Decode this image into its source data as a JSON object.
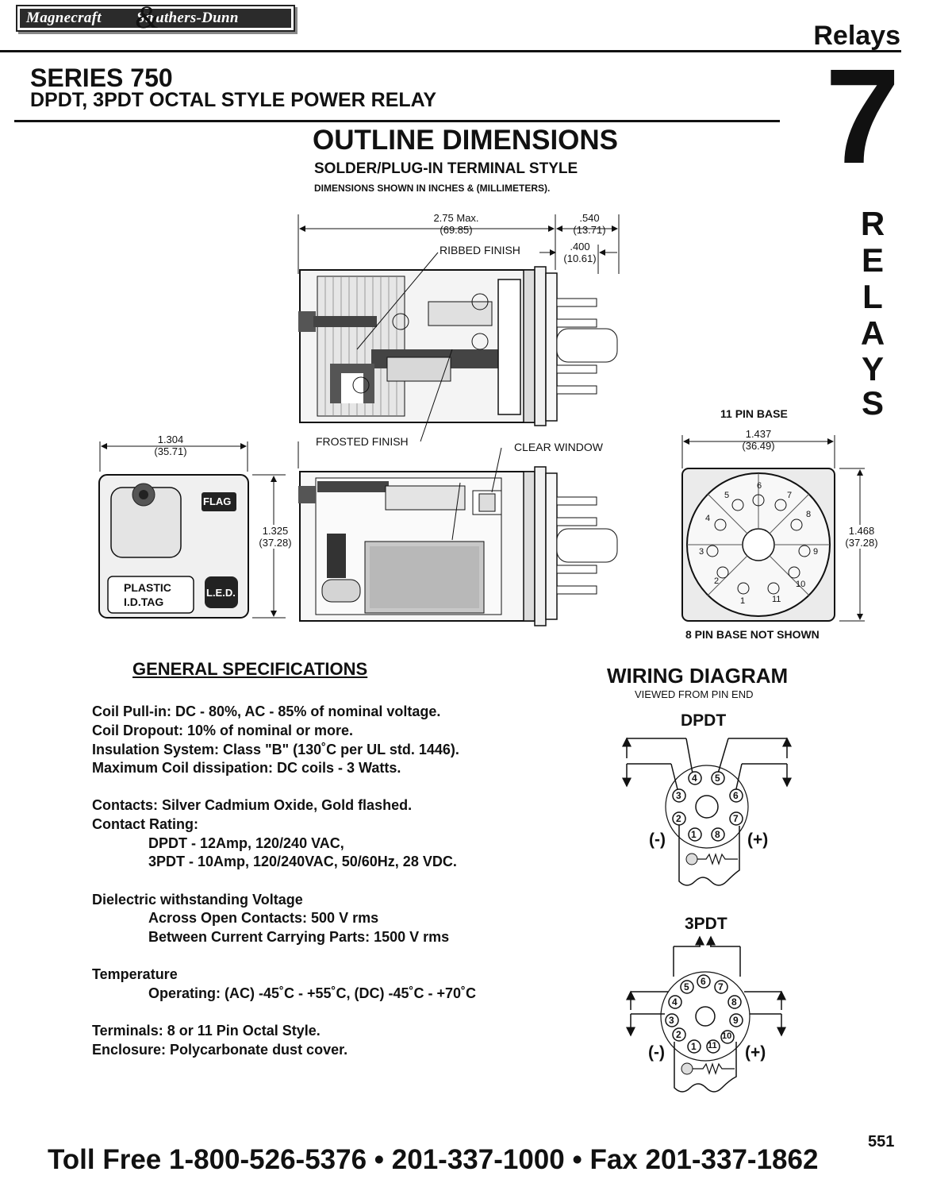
{
  "header": {
    "logo_left": "Magnecraft",
    "logo_amp": "&",
    "logo_right": "Struthers-Dunn",
    "section": "Relays",
    "series": "SERIES 750",
    "subtitle": "DPDT, 3PDT OCTAL STYLE  POWER RELAY",
    "tab_number": "7",
    "tab_letters": [
      "R",
      "E",
      "L",
      "A",
      "Y",
      "S"
    ]
  },
  "outline": {
    "title": "OUTLINE DIMENSIONS",
    "subtitle": "SOLDER/PLUG-IN TERMINAL STYLE",
    "note": "DIMENSIONS SHOWN IN INCHES & (MILLIMETERS).",
    "dims": {
      "length_in": "2.75 Max.",
      "length_mm": "(69.85)",
      "pin_len_in": ".540",
      "pin_len_mm": "(13.71)",
      "base_in": ".400",
      "base_mm": "(10.61)",
      "width_in": "1.304",
      "width_mm": "(35.71)",
      "height_in": "1.325",
      "height_mm": "(37.28)",
      "base_w_in": "1.437",
      "base_w_mm": "(36.49)",
      "base_h_in": "1.468",
      "base_h_mm": "(37.28)"
    },
    "labels": {
      "ribbed": "RIBBED FINISH",
      "frosted": "FROSTED FINISH",
      "clear_window": "CLEAR WINDOW",
      "flag": "FLAG",
      "plastic_tag_1": "PLASTIC",
      "plastic_tag_2": "I.D.TAG",
      "led": "L.E.D.",
      "base_11": "11 PIN BASE",
      "base_8_note": "8 PIN BASE NOT SHOWN"
    },
    "base_pins": [
      "1",
      "2",
      "3",
      "4",
      "5",
      "6",
      "7",
      "8",
      "9",
      "10",
      "11"
    ]
  },
  "specs": {
    "title": "GENERAL SPECIFICATIONS",
    "lines": [
      "Coil Pull-in: DC - 80%, AC - 85% of nominal voltage.",
      "Coil Dropout: 10% of nominal or more.",
      "Insulation System: Class \"B\" (130˚C per UL std. 1446).",
      "Maximum Coil dissipation: DC coils - 3 Watts.",
      "Contacts: Silver Cadmium Oxide, Gold flashed.",
      "Contact Rating:",
      "DPDT - 12Amp, 120/240 VAC,",
      "3PDT - 10Amp, 120/240VAC, 50/60Hz, 28 VDC.",
      "Dielectric withstanding Voltage",
      "Across Open Contacts:  500 V rms",
      "Between Current Carrying Parts: 1500 V rms",
      "Temperature",
      "Operating:  (AC) -45˚C - +55˚C, (DC) -45˚C - +70˚C",
      "Terminals: 8 or 11 Pin Octal Style.",
      "Enclosure: Polycarbonate dust cover."
    ]
  },
  "wiring": {
    "title": "WIRING DIAGRAM",
    "subtitle": "VIEWED FROM  PIN END",
    "dpdt": {
      "title": "DPDT",
      "pins": [
        "1",
        "2",
        "3",
        "4",
        "5",
        "6",
        "7",
        "8"
      ],
      "neg": "(-)",
      "pos": "(+)"
    },
    "tpdt": {
      "title": "3PDT",
      "pins": [
        "1",
        "2",
        "3",
        "4",
        "5",
        "6",
        "7",
        "8",
        "9",
        "10",
        "11"
      ],
      "neg": "(-)",
      "pos": "(+)"
    }
  },
  "footer": {
    "page_number": "551",
    "contact": "Toll Free 1-800-526-5376  •  201-337-1000  •  Fax 201-337-1862"
  }
}
